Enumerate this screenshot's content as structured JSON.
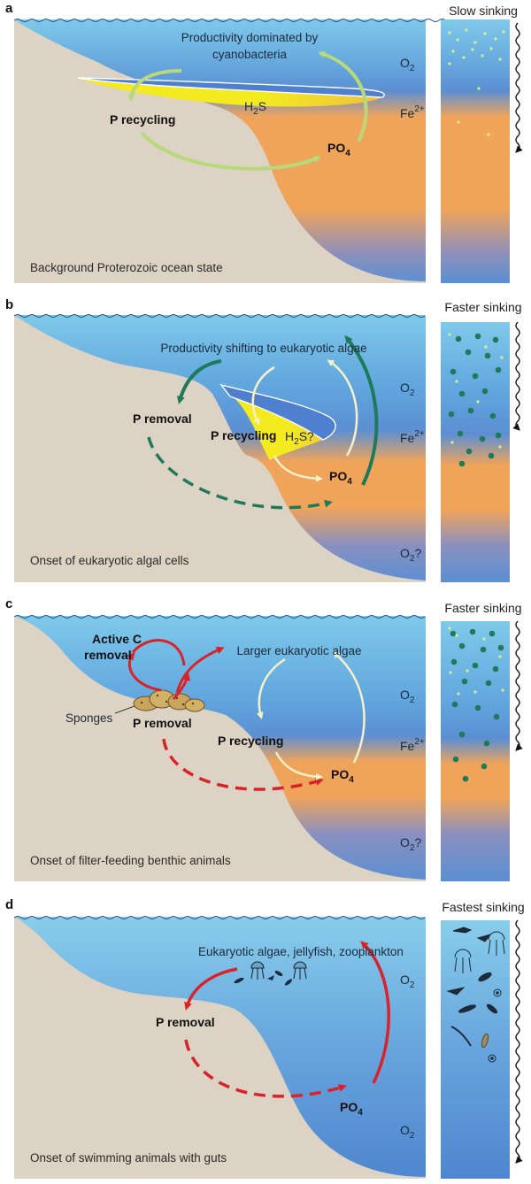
{
  "panels": [
    {
      "letter": "a",
      "column_title": "Slow sinking",
      "productivity": [
        "Productivity dominated by",
        "cyanobacteria"
      ],
      "caption": "Background Proterozoic ocean state",
      "h2s": "S",
      "p_recycling": "P recycling",
      "po4": "PO",
      "o2": "O",
      "fe": "Fe"
    },
    {
      "letter": "b",
      "column_title": "Faster sinking",
      "productivity": "Productivity shifting to eukaryotic algae",
      "caption": "Onset of eukaryotic algal cells",
      "p_removal": "P removal",
      "p_recycling": "P recycling",
      "h2s": "S?",
      "po4": "PO",
      "o2": "O",
      "fe": "Fe",
      "o2_deep": "?"
    },
    {
      "letter": "c",
      "column_title": "Faster sinking",
      "productivity": "Larger eukaryotic algae",
      "caption": "Onset of filter-feeding benthic animals",
      "active_c": [
        "Active C",
        "removal"
      ],
      "sponges": "Sponges",
      "p_removal": "P removal",
      "p_recycling": "P recycling",
      "po4": "PO",
      "o2": "O",
      "fe": "Fe",
      "o2_deep": "?"
    },
    {
      "letter": "d",
      "column_title": "Fastest sinking",
      "productivity": "Eukaryotic algae, jellyfish, zooplankton",
      "caption": "Onset of swimming animals with guts",
      "p_removal": "P removal",
      "po4": "PO",
      "o2": "O",
      "o2_deep": "O"
    }
  ],
  "chem": {
    "h": "H",
    "sub2": "2",
    "sub4": "4",
    "sup2plus": "2+"
  },
  "colors": {
    "ocean_blue": "#5b8fd3",
    "surface_blue": "#88cdeb",
    "ferruginous_orange": "#f0a45a",
    "euxinic_yellow": "#f3ea1f",
    "seafloor": "#dcd3c4",
    "cyano_green": "#b6d97a",
    "eukaryote_green": "#1e7a5a",
    "animal_red": "#d8232a",
    "recycling_cream": "#f8f1c8"
  }
}
